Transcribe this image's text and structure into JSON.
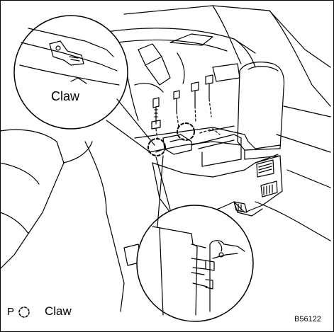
{
  "callout_top": {
    "label": "Claw"
  },
  "legend": {
    "prefix": "P",
    "label": "Claw"
  },
  "figure_code": "B56122",
  "colors": {
    "ink": "#000000",
    "paper": "#ffffff"
  }
}
